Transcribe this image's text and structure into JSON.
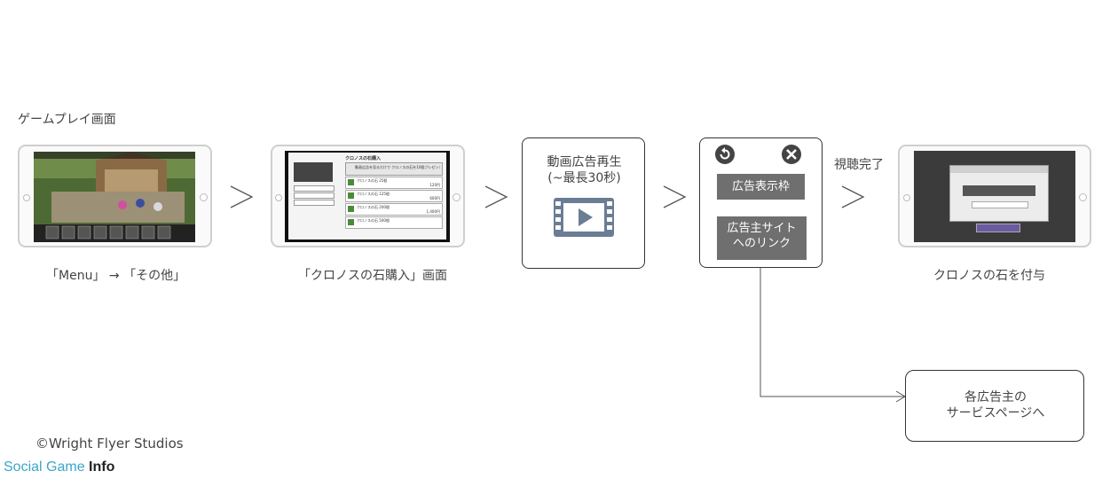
{
  "title_label": "ゲームプレイ画面",
  "steps": [
    {
      "caption": "「Menu」 → 「その他」"
    },
    {
      "caption": "「クロノスの石購入」画面"
    },
    {
      "title": "動画広告再生\n(~最長30秒)"
    },
    {
      "replay_icon": "replay-icon",
      "close_icon": "close-icon",
      "ad_frame": "広告表示枠",
      "ad_link": "広告主サイト\nへのリンク"
    },
    {
      "caption": "クロノスの石を付与"
    }
  ],
  "watch_complete": "視聴完了",
  "advertiser_box": "各広告主の\nサービスページへ",
  "copyright": "©Wright Flyer Studios",
  "watermark": {
    "prefix": "Social Game ",
    "suffix": "Info"
  },
  "shop_screen": {
    "heading": "クロノスの石購入",
    "items": [
      "クロノスの石 25個",
      "クロノスの石 125個",
      "クロノスの石 200個",
      "クロノスの石 500個"
    ],
    "prices": [
      "120円",
      "600円",
      "1,400円",
      ""
    ],
    "banner": "動画広告を見るだけで クロノスの石を10個プレゼント！"
  },
  "colors": {
    "line": "#555555",
    "button_gray": "#6f6f6f",
    "box_border": "#333333"
  }
}
